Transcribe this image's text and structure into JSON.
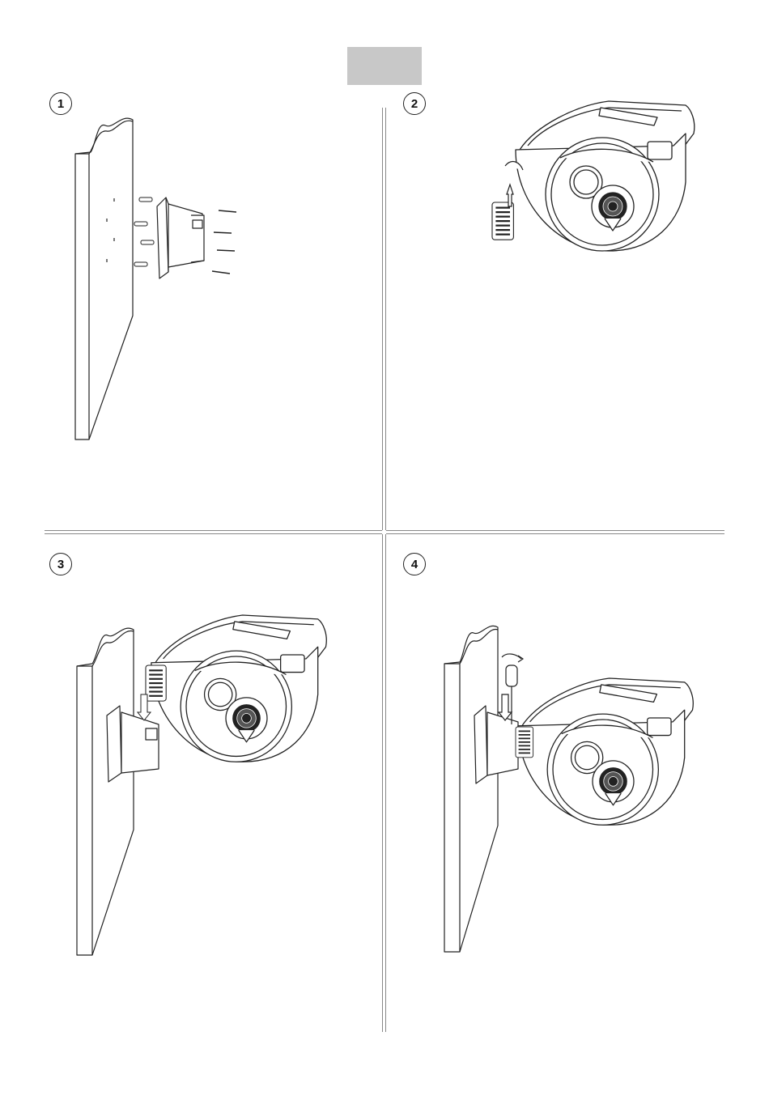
{
  "steps": [
    {
      "number": "1",
      "illustration": "wall-bracket-mounting"
    },
    {
      "number": "2",
      "illustration": "hose-reel-rear-view"
    },
    {
      "number": "3",
      "illustration": "reel-slide-onto-bracket"
    },
    {
      "number": "4",
      "illustration": "secure-reel-with-screw"
    }
  ],
  "colors": {
    "tab": "#c8c8c8",
    "lines": "#888888",
    "ink": "#222222"
  }
}
